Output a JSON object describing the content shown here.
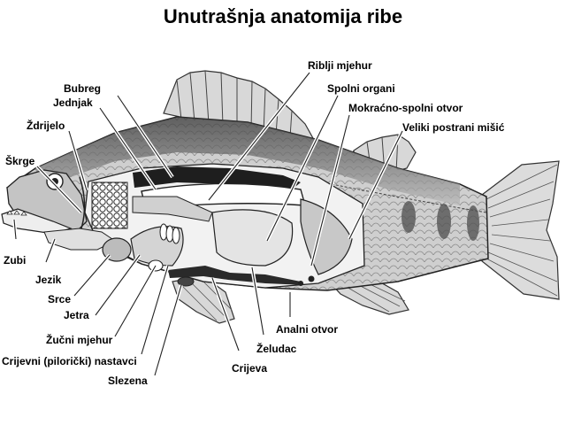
{
  "title": "Unutrašnja anatomija ribe",
  "labels": {
    "riblji_mjehur": "Riblji mjehur",
    "spolni_organi": "Spolni organi",
    "mokracno_spolni_otvor": "Mokraćno-spolni otvor",
    "veliki_postrani_misic": "Veliki postrani mišić",
    "bubreg": "Bubreg",
    "jednjak": "Jednjak",
    "zdrijelo": "Ždrijelo",
    "skrge": "Škrge",
    "zubi": "Zubi",
    "jezik": "Jezik",
    "srce": "Srce",
    "jetra": "Jetra",
    "zucni_mjehur": "Žučni mjehur",
    "crijevni_nastavci": "Crijevni (pilorički) nastavci",
    "slezena": "Slezena",
    "crijeva": "Crijeva",
    "zeludac": "Želudac",
    "analni_otvor": "Analni otvor"
  },
  "colors": {
    "ink": "#222222",
    "body": "#bdbdbd",
    "dark": "#555555",
    "organ": "#e8e8e8"
  }
}
